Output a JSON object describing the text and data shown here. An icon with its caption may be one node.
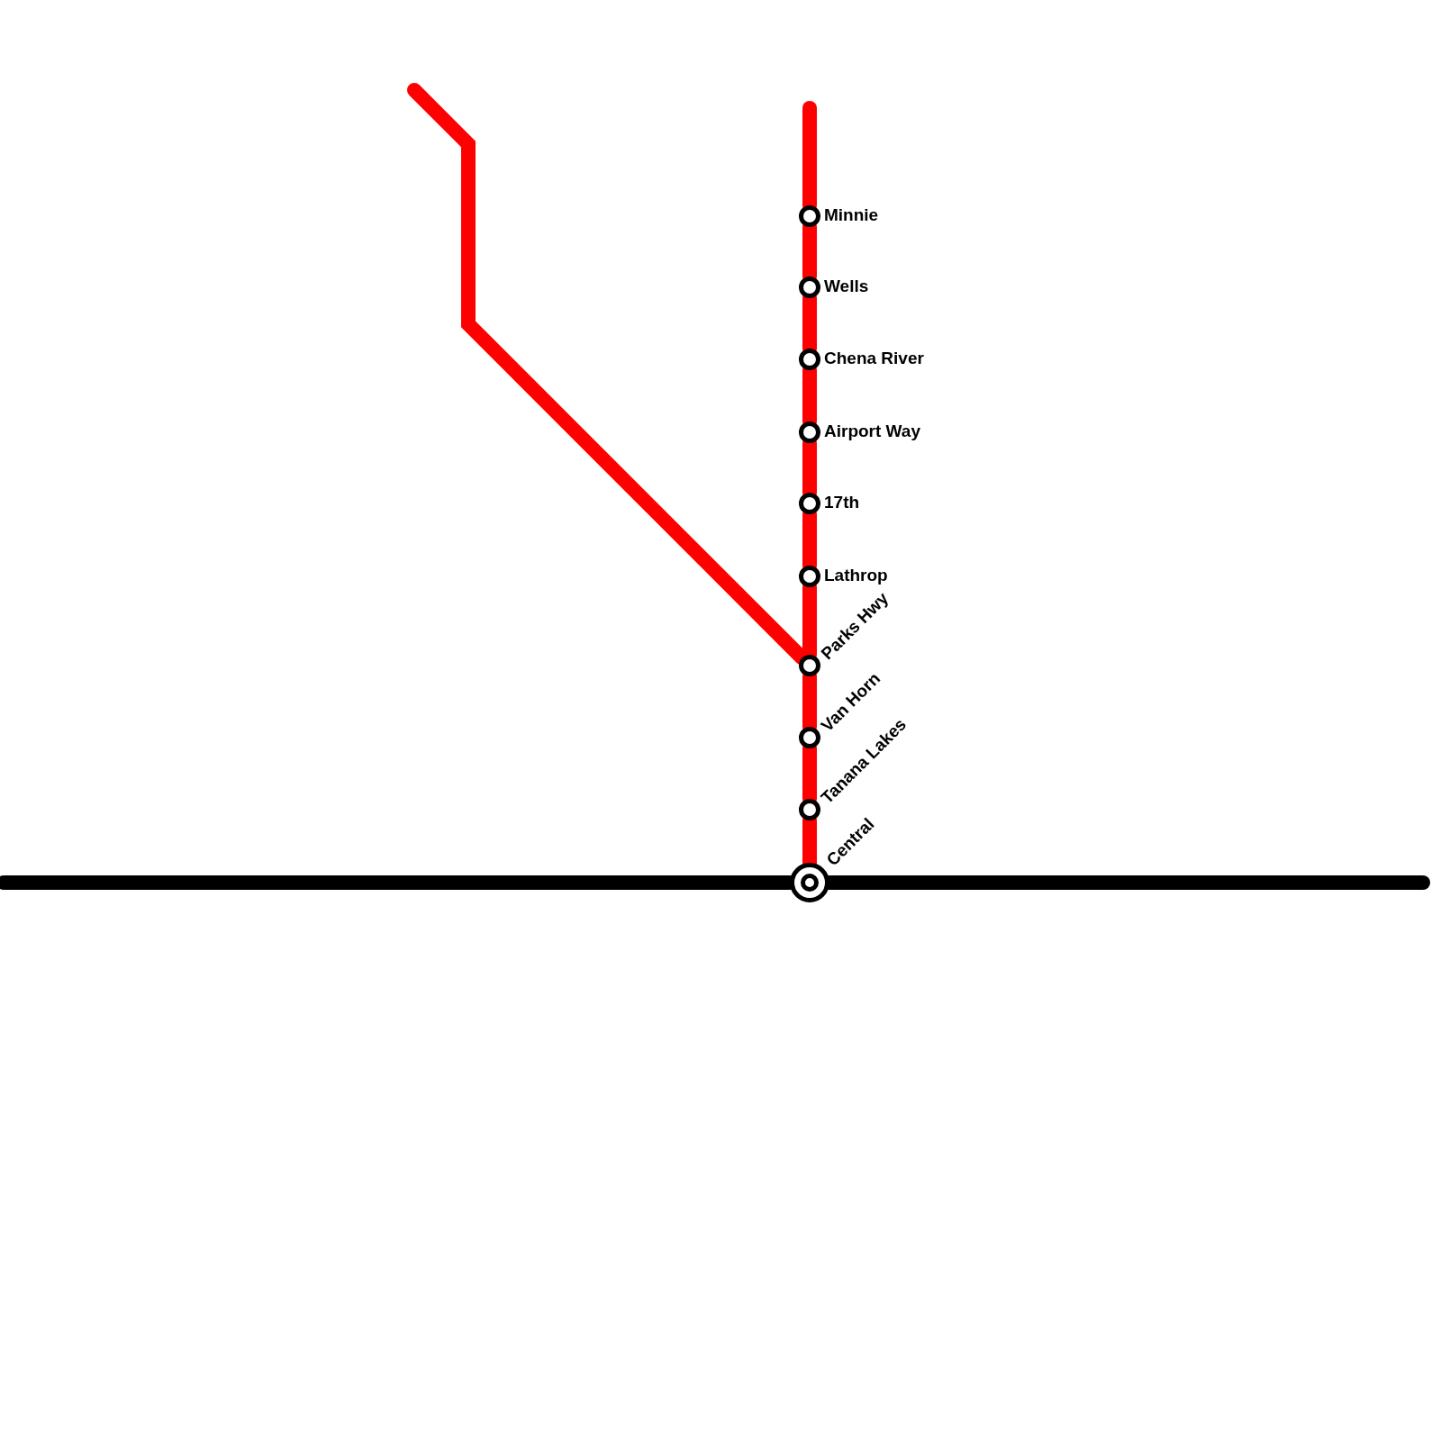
{
  "diagram": {
    "nodes": [
      {
        "text": [
          "Minnie"
        ]
      },
      {
        "text": [
          "Wells"
        ]
      },
      {
        "text": [
          "Chena River"
        ]
      },
      {
        "text": [
          "Airport Way"
        ]
      },
      {
        "text": [
          "17th"
        ]
      },
      {
        "text": [
          "Lathrop"
        ]
      },
      {
        "text": [
          "Parks Hwy"
        ]
      },
      {
        "text": [
          "Van Horn"
        ]
      },
      {
        "text": [
          "Tanana Lakes"
        ]
      },
      {
        "text": [
          "Central"
        ]
      }
    ],
    "edges": [
      {
        "from": null,
        "to": 0,
        "arrow": "none"
      },
      {
        "from": 0,
        "to": 1,
        "arrow": "none"
      },
      {
        "from": 1,
        "to": 2,
        "arrow": "none"
      },
      {
        "from": 2,
        "to": 3,
        "arrow": "none"
      },
      {
        "from": 3,
        "to": 4,
        "arrow": "none"
      },
      {
        "from": 4,
        "to": 5,
        "arrow": "none"
      },
      {
        "from": 5,
        "to": 6,
        "arrow": "none"
      },
      {
        "from": 6,
        "to": 7,
        "arrow": "none"
      },
      {
        "from": 7,
        "to": 8,
        "arrow": "none"
      },
      {
        "from": 8,
        "to": 9,
        "arrow": "none"
      },
      {
        "from": null,
        "to": 6,
        "arrow": "none"
      },
      {
        "from": null,
        "to": 9,
        "arrow": "none",
        "color": "#000000"
      },
      {
        "from": 9,
        "to": null,
        "arrow": "none",
        "color": "#000000"
      }
    ]
  }
}
